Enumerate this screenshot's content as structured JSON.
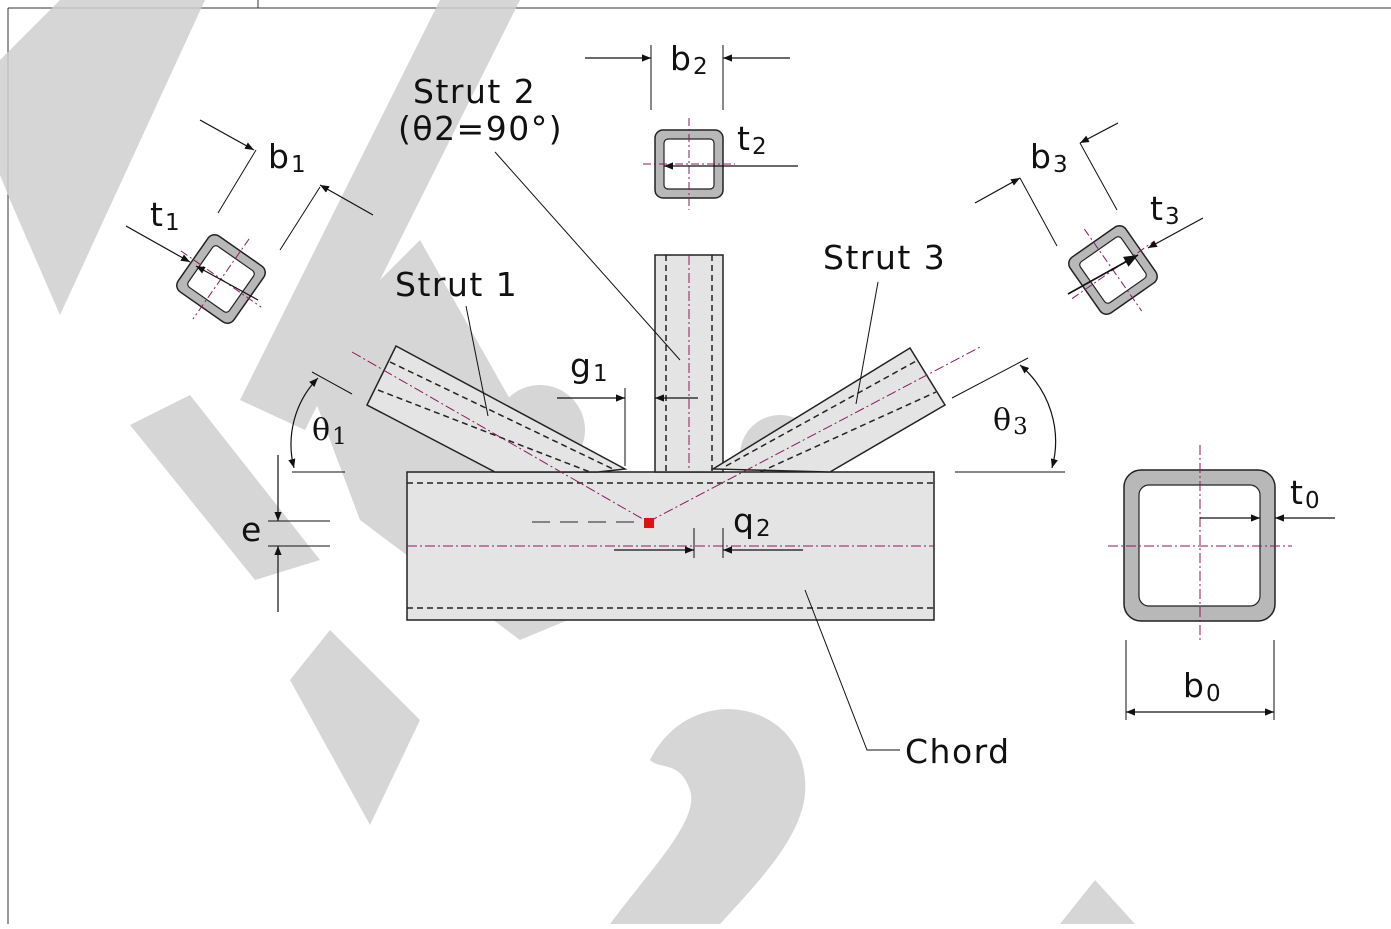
{
  "labels": {
    "strut1": "Strut 1",
    "strut2": "Strut 2",
    "strut2_angle": "(θ2=90°)",
    "strut3": "Strut 3",
    "chord": "Chord"
  },
  "dimensions": {
    "b1": {
      "sym": "b",
      "sub": "1"
    },
    "t1": {
      "sym": "t",
      "sub": "1"
    },
    "b2": {
      "sym": "b",
      "sub": "2"
    },
    "t2": {
      "sym": "t",
      "sub": "2"
    },
    "b3": {
      "sym": "b",
      "sub": "3"
    },
    "t3": {
      "sym": "t",
      "sub": "3"
    },
    "b0": {
      "sym": "b",
      "sub": "0"
    },
    "t0": {
      "sym": "t",
      "sub": "0"
    },
    "g1": {
      "sym": "g",
      "sub": "1"
    },
    "q2": {
      "sym": "q",
      "sub": "2"
    },
    "theta1": {
      "sym": "θ",
      "sub": "1"
    },
    "theta3": {
      "sym": "θ",
      "sub": "3"
    },
    "e": {
      "sym": "e",
      "sub": ""
    }
  },
  "colors": {
    "member_fill": "#e4e4e4",
    "tube_wall": "#b8b8b8",
    "outline": "#222222",
    "centerline": "#8b1a5a",
    "node_point": "#e01010",
    "watermark": "#cfcfcf"
  }
}
